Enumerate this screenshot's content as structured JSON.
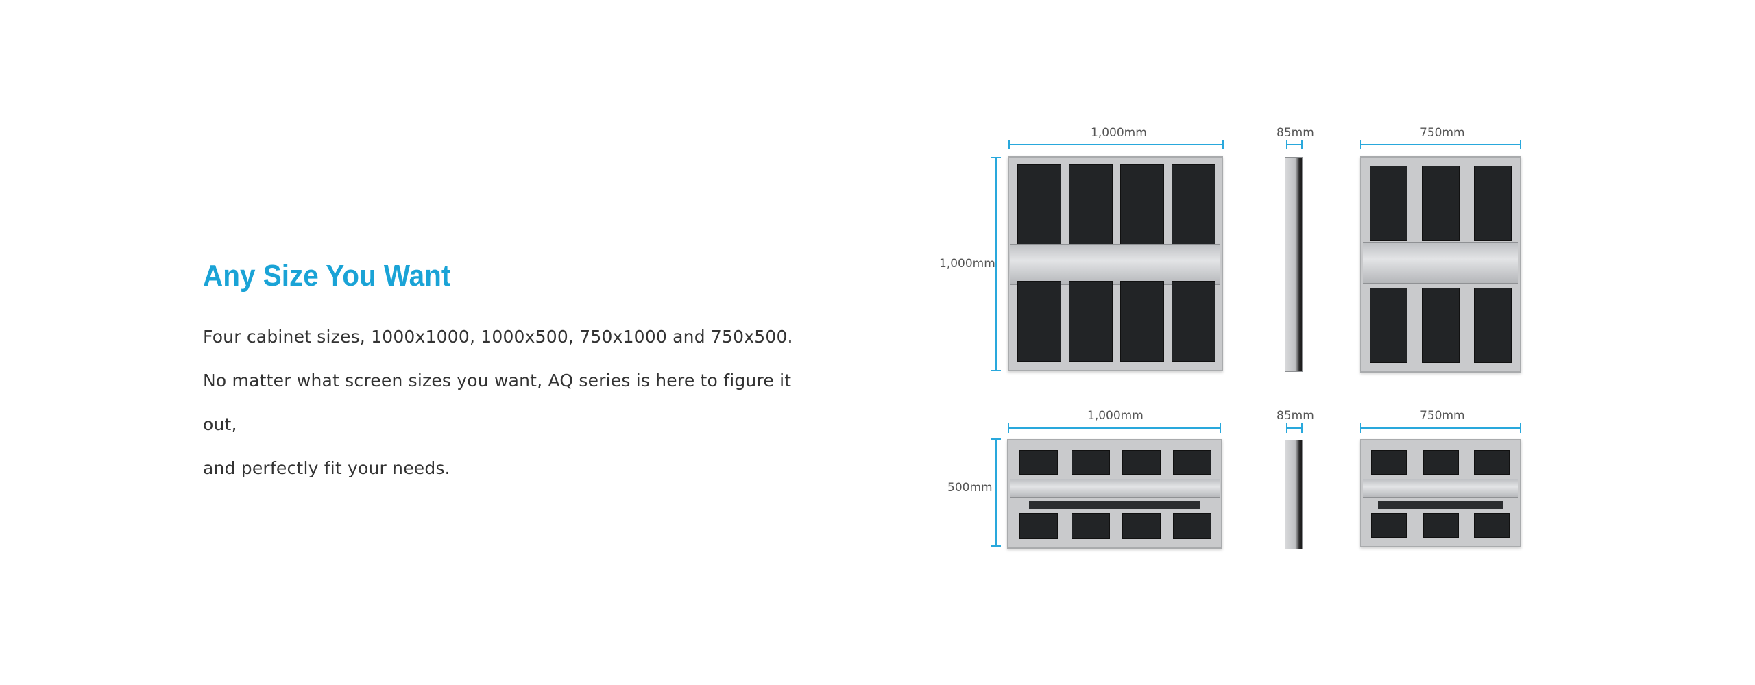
{
  "heading": "Any Size You Want",
  "paragraphs": {
    "line1": "Four cabinet sizes, 1000x1000, 1000x500, 750x1000 and 750x500.",
    "line2": "No matter what screen sizes you want, AQ series is here to figure it out,",
    "line3": "and perfectly fit your needs."
  },
  "dimensions": {
    "top_row": {
      "width_front": "1,000mm",
      "depth": "85mm",
      "width_small": "750mm",
      "height": "1,000mm"
    },
    "bottom_row": {
      "width_front": "1,000mm",
      "depth": "85mm",
      "width_small": "750mm",
      "height": "500mm"
    }
  },
  "colors": {
    "accent": "#1aa3d6",
    "dimension_line": "#29a8dc",
    "module": "#222426",
    "frame": "#c9cacc"
  }
}
